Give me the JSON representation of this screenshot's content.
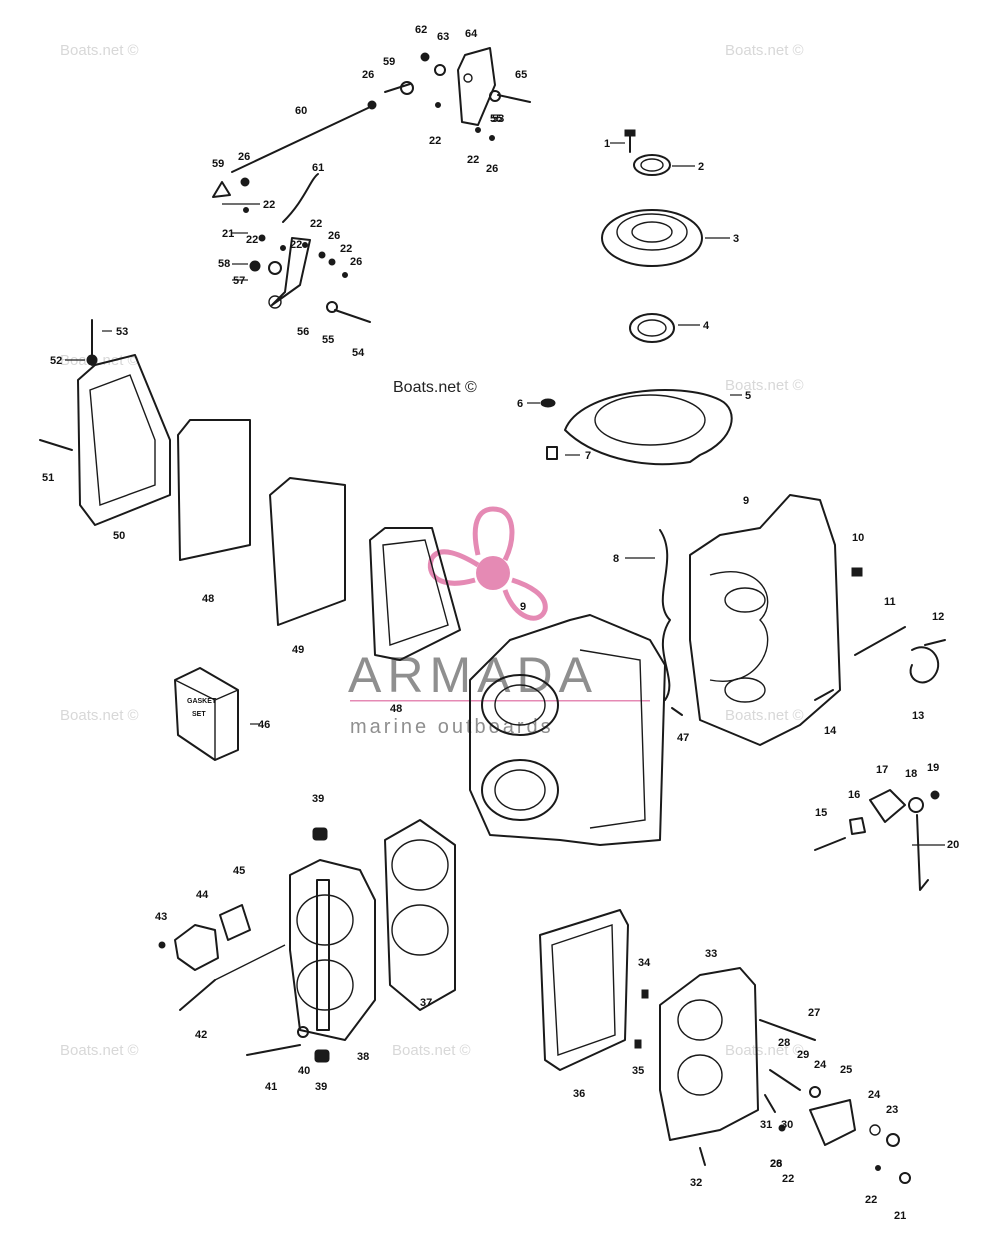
{
  "watermarks": {
    "site_text": "Boats.net ©",
    "center_text": "Boats.net ©"
  },
  "brand": {
    "name": "ARMADA",
    "tagline": "marine outboards",
    "accent_color": "#e58ab4",
    "text_color": "#8f8f8f"
  },
  "gasket_set_box": {
    "line1": "GASKET",
    "line2": "SET"
  },
  "callouts": [
    "1",
    "2",
    "3",
    "4",
    "5",
    "6",
    "7",
    "8",
    "9",
    "9",
    "10",
    "11",
    "12",
    "13",
    "14",
    "15",
    "16",
    "17",
    "18",
    "19",
    "20",
    "21",
    "22",
    "23",
    "24",
    "24",
    "25",
    "26",
    "27",
    "28",
    "28",
    "29",
    "30",
    "31",
    "32",
    "33",
    "34",
    "35",
    "36",
    "37",
    "38",
    "39",
    "39",
    "40",
    "41",
    "42",
    "43",
    "44",
    "45",
    "46",
    "47",
    "48",
    "49",
    "50",
    "51",
    "52",
    "53",
    "54",
    "55",
    "56",
    "57",
    "58",
    "59",
    "60",
    "61",
    "22",
    "26",
    "22",
    "26",
    "22",
    "26",
    "59",
    "62",
    "63",
    "64",
    "65",
    "55",
    "26",
    "22",
    "22",
    "22",
    "21",
    "22",
    "48",
    "53",
    "26",
    "22"
  ]
}
